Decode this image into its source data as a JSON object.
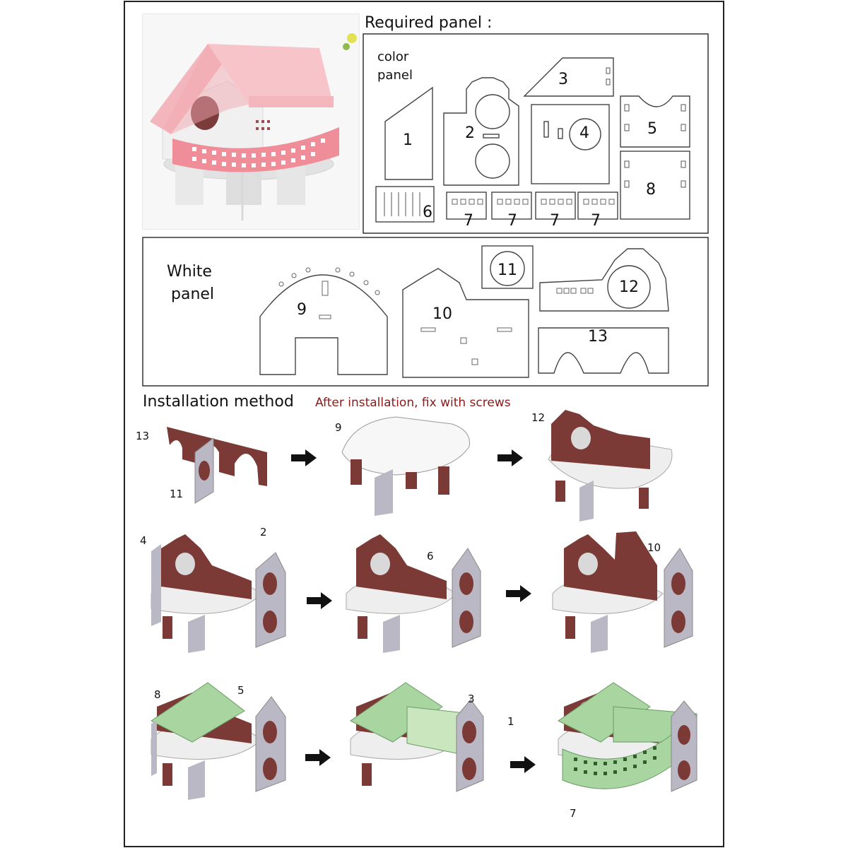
{
  "photo": {
    "alt": "pink hamster house photo",
    "colors": {
      "roof": "#f4b6bd",
      "wall": "#f1f1f1",
      "fence": "#f08f9a",
      "hole": "#7a3b3b",
      "base": "#e6e6e6"
    }
  },
  "required": {
    "title": "Required panel :",
    "color_label_1": "color",
    "color_label_2": "panel",
    "part_numbers": [
      "1",
      "2",
      "3",
      "4",
      "5",
      "6",
      "7",
      "7",
      "7",
      "7",
      "8"
    ]
  },
  "white": {
    "label_1": "White",
    "label_2": "panel",
    "part_numbers": [
      "9",
      "10",
      "11",
      "12",
      "13"
    ]
  },
  "installation": {
    "title": "Installation method",
    "note": "After installation, fix with screws",
    "note_color": "#8b1a1a",
    "step_labels": [
      "13",
      "11",
      "9",
      "12",
      "4",
      "2",
      "6",
      "10",
      "8",
      "5",
      "3",
      "1",
      "7"
    ],
    "colors": {
      "brown": "#7b3a35",
      "grey": "#b9b8c4",
      "green": "#a9d6a0",
      "arrow": "#111111"
    }
  }
}
